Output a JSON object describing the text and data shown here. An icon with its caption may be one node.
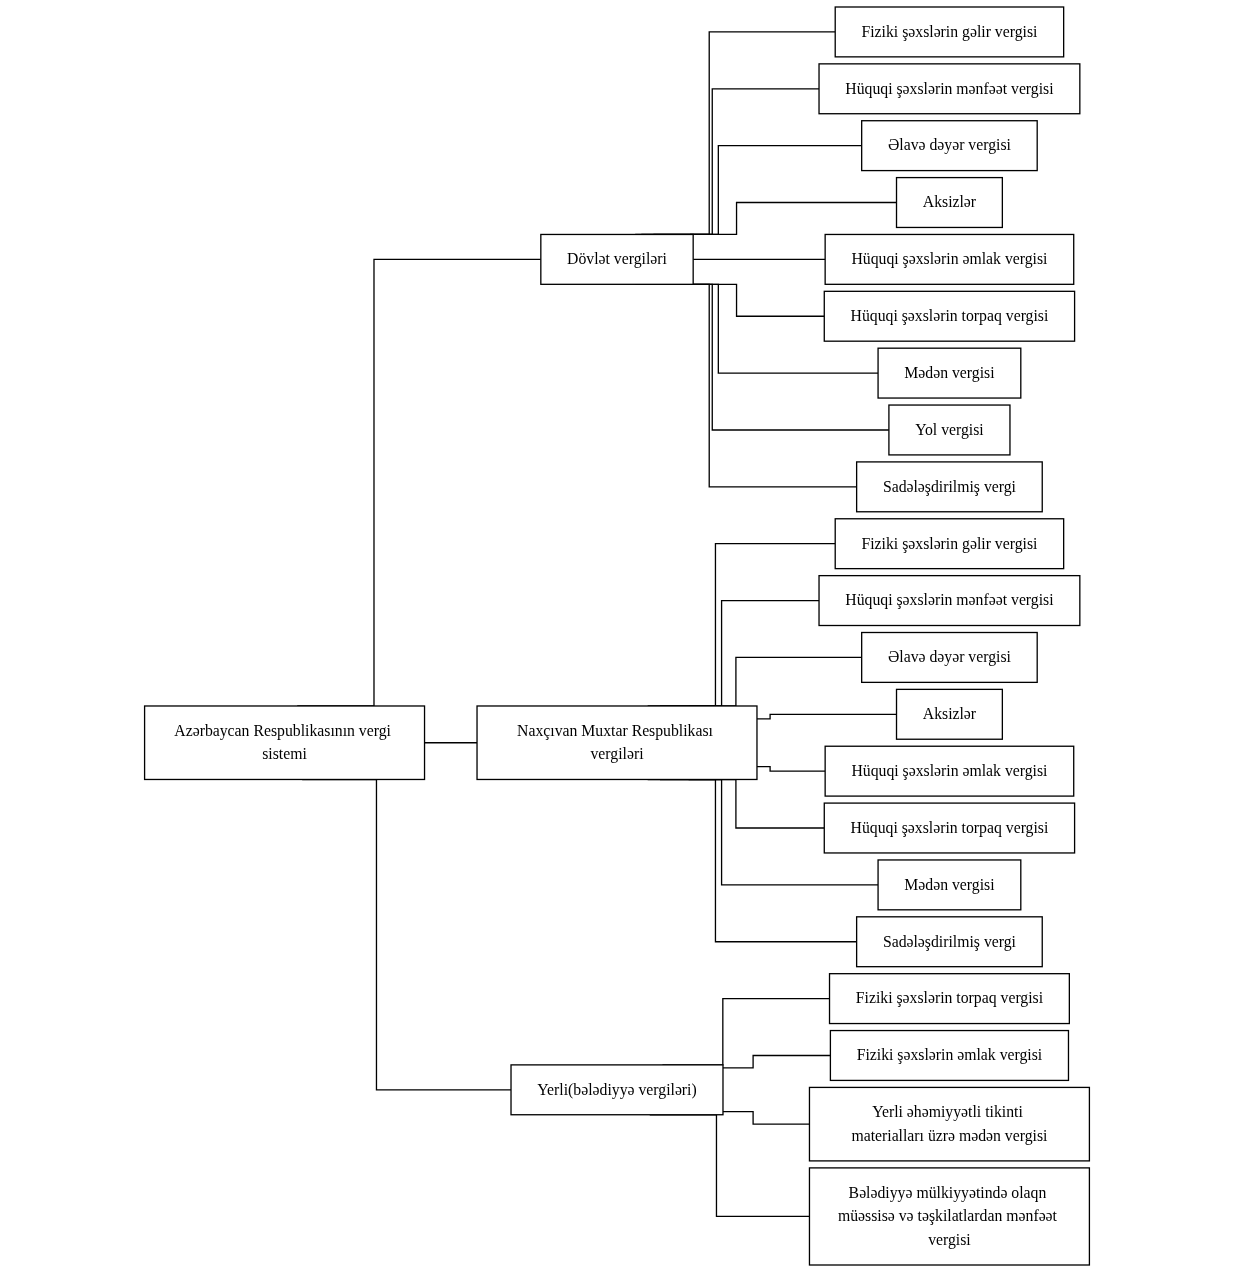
{
  "diagram": {
    "nodes": [
      {
        "text": [
          "Azərbaycan Respublikasının vergi sistemi"
        ]
      },
      {
        "text": [
          "Dövlət vergiləri"
        ]
      },
      {
        "text": [
          "Naxçıvan Muxtar Respublikası vergiləri"
        ]
      },
      {
        "text": [
          "Yerli(bələdiyyə vergiləri)"
        ]
      },
      {
        "text": [
          "Fiziki şəxslərin gəlir vergisi"
        ]
      },
      {
        "text": [
          "Hüquqi şəxslərin mənfəət vergisi"
        ]
      },
      {
        "text": [
          "Əlavə dəyər vergisi"
        ]
      },
      {
        "text": [
          "Aksizlər"
        ]
      },
      {
        "text": [
          "Hüquqi şəxslərin əmlak vergisi"
        ]
      },
      {
        "text": [
          "Hüquqi şəxslərin torpaq vergisi"
        ]
      },
      {
        "text": [
          "Mədən vergisi"
        ]
      },
      {
        "text": [
          "Yol vergisi"
        ]
      },
      {
        "text": [
          "Sadələşdirilmiş vergi"
        ]
      },
      {
        "text": [
          "Fiziki şəxslərin gəlir vergisi"
        ]
      },
      {
        "text": [
          "Hüquqi şəxslərin mənfəət vergisi"
        ]
      },
      {
        "text": [
          "Əlavə dəyər vergisi"
        ]
      },
      {
        "text": [
          "Aksizlər"
        ]
      },
      {
        "text": [
          "Hüquqi şəxslərin əmlak vergisi"
        ]
      },
      {
        "text": [
          "Hüquqi şəxslərin torpaq vergisi"
        ]
      },
      {
        "text": [
          "Mədən vergisi"
        ]
      },
      {
        "text": [
          "Sadələşdirilmiş vergi"
        ]
      },
      {
        "text": [
          "Fiziki şəxslərin torpaq vergisi"
        ]
      },
      {
        "text": [
          "Fiziki şəxslərin əmlak vergisi"
        ]
      },
      {
        "text": [
          "Yerli əhəmiyyətli tikinti materialları üzrə mədən vergisi"
        ]
      },
      {
        "text": [
          "Bələdiyyə mülkiyyətində olaqn müəssisə və təşkilatlardan mənfəət vergisi"
        ]
      }
    ],
    "edges": [
      {
        "from": 0,
        "to": 1,
        "arrow": "none"
      },
      {
        "from": 0,
        "to": 2,
        "arrow": "none"
      },
      {
        "from": 0,
        "to": 3,
        "arrow": "none"
      },
      {
        "from": 1,
        "to": 4,
        "arrow": "none"
      },
      {
        "from": 1,
        "to": 5,
        "arrow": "none"
      },
      {
        "from": 1,
        "to": 6,
        "arrow": "none"
      },
      {
        "from": 1,
        "to": 7,
        "arrow": "none"
      },
      {
        "from": 1,
        "to": 8,
        "arrow": "none"
      },
      {
        "from": 1,
        "to": 9,
        "arrow": "none"
      },
      {
        "from": 1,
        "to": 10,
        "arrow": "none"
      },
      {
        "from": 1,
        "to": 11,
        "arrow": "none"
      },
      {
        "from": 1,
        "to": 12,
        "arrow": "none"
      },
      {
        "from": 2,
        "to": 13,
        "arrow": "none"
      },
      {
        "from": 2,
        "to": 14,
        "arrow": "none"
      },
      {
        "from": 2,
        "to": 15,
        "arrow": "none"
      },
      {
        "from": 2,
        "to": 16,
        "arrow": "none"
      },
      {
        "from": 2,
        "to": 17,
        "arrow": "none"
      },
      {
        "from": 2,
        "to": 18,
        "arrow": "none"
      },
      {
        "from": 2,
        "to": 19,
        "arrow": "none"
      },
      {
        "from": 2,
        "to": 20,
        "arrow": "none"
      },
      {
        "from": 3,
        "to": 21,
        "arrow": "none"
      },
      {
        "from": 3,
        "to": 22,
        "arrow": "none"
      },
      {
        "from": 3,
        "to": 23,
        "arrow": "none"
      },
      {
        "from": 3,
        "to": 24,
        "arrow": "none"
      }
    ]
  }
}
